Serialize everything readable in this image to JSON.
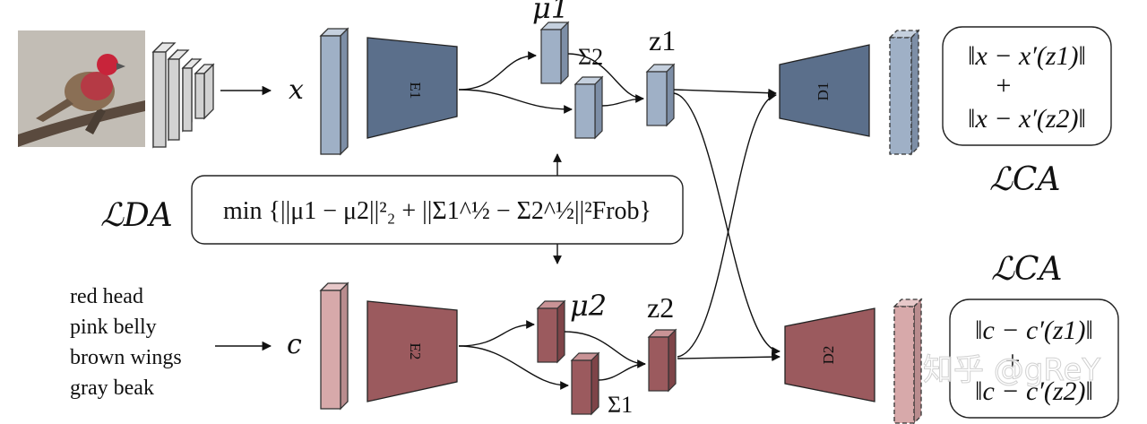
{
  "colors": {
    "blue_fill": "#5b6f8b",
    "blue_light": "#9fb0c6",
    "red_fill": "#9b5a5e",
    "red_light": "#d7a9aa",
    "gray": "#d2d2d2"
  },
  "labels": {
    "x": "x",
    "c": "c",
    "e1": "E1",
    "e2": "E2",
    "d1": "D1",
    "d2": "D2",
    "mu1": "μ1",
    "mu2": "μ2",
    "sigma1": "Σ1",
    "sigma2": "Σ2",
    "z1": "z1",
    "z2": "z2",
    "l_da": "ℒDA",
    "l_ca_top": "ℒCA",
    "l_ca_bottom": "ℒCA"
  },
  "formulas": {
    "da": "min {||μ1 − μ2||²₂ + ||Σ1^½ − Σ2^½||²Frob}",
    "ca_top_1": "‖x − x′(z1)‖",
    "ca_top_plus": "+",
    "ca_top_2": "‖x − x′(z2)‖",
    "ca_bottom_1": "‖c − c′(z1)‖",
    "ca_bottom_plus": "+",
    "ca_bottom_2": "‖c − c′(z2)‖"
  },
  "attributes": [
    "red head",
    "pink belly",
    "brown wings",
    "gray beak"
  ],
  "watermark": "知乎 @gReY"
}
